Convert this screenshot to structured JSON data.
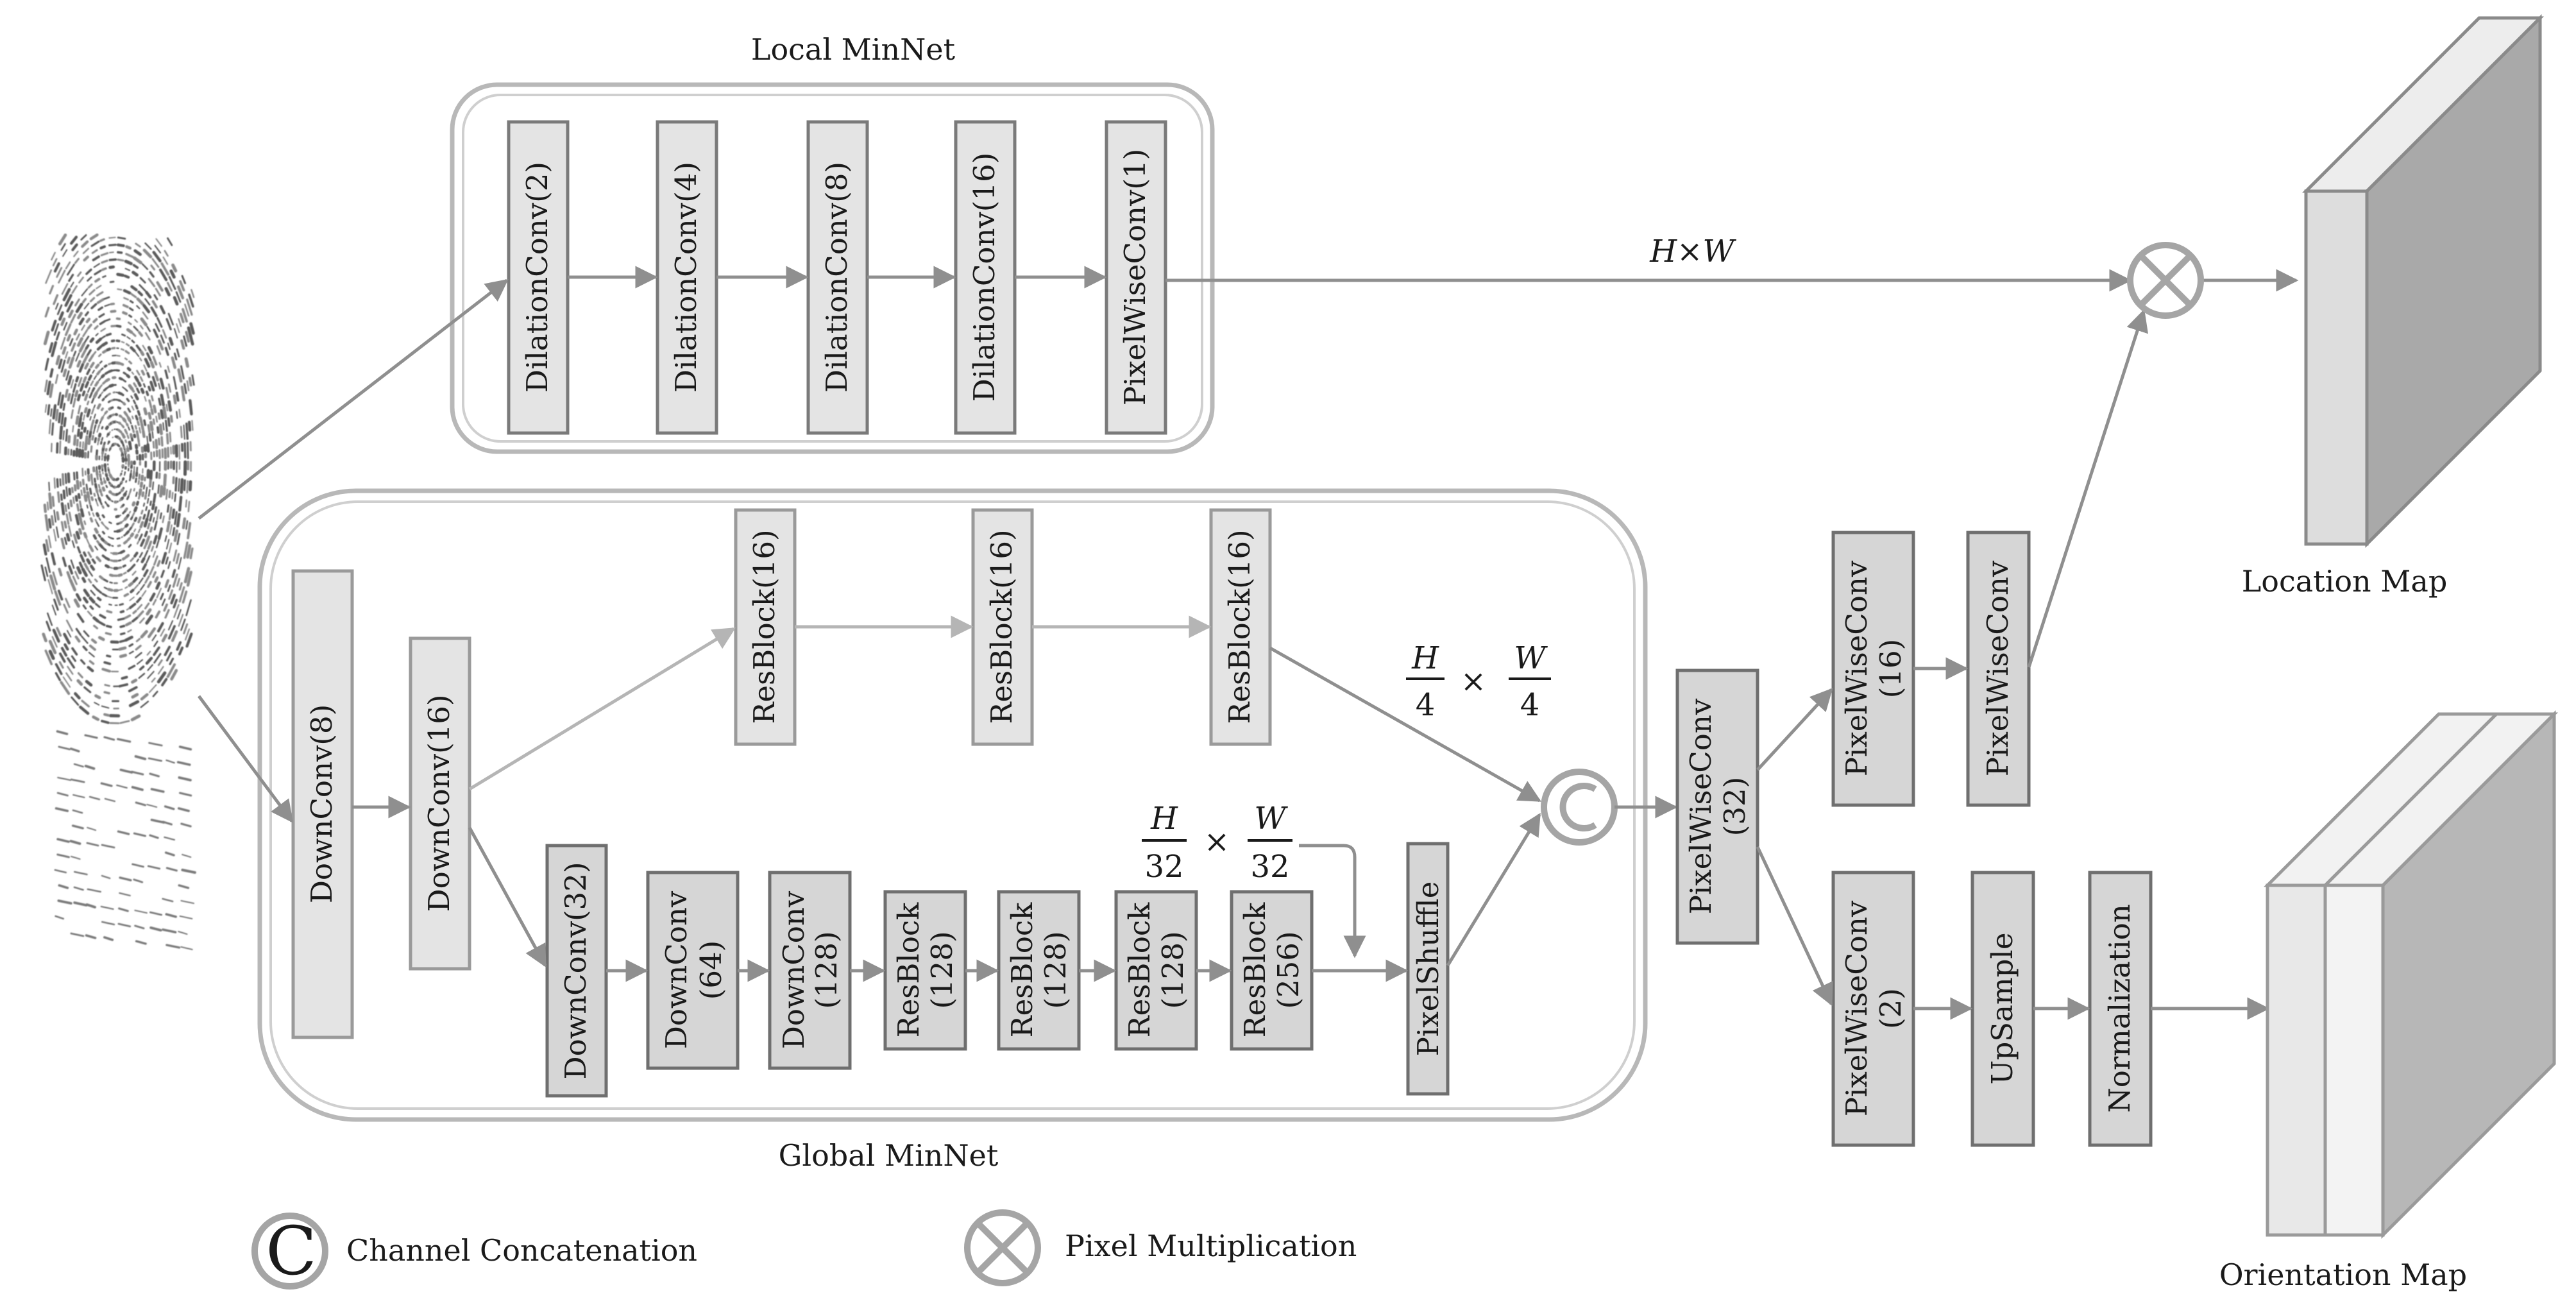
{
  "local_minnet": {
    "title": "Local MinNet",
    "blocks": [
      "DilationConv(2)",
      "DilationConv(4)",
      "DilationConv(8)",
      "DilationConv(16)",
      "PixelWiseConv(1)"
    ]
  },
  "global_minnet": {
    "title": "Global MinNet",
    "downconv8": "DownConv(8)",
    "downconv16": "DownConv(16)",
    "resblocks_top": [
      "ResBlock(16)",
      "ResBlock(16)",
      "ResBlock(16)"
    ],
    "bottom_row": [
      {
        "line1": "DownConv(32)",
        "line2": ""
      },
      {
        "line1": "DownConv",
        "line2": "(64)"
      },
      {
        "line1": "DownConv",
        "line2": "(128)"
      },
      {
        "line1": "ResBlock",
        "line2": "(128)"
      },
      {
        "line1": "ResBlock",
        "line2": "(128)"
      },
      {
        "line1": "ResBlock",
        "line2": "(128)"
      },
      {
        "line1": "ResBlock",
        "line2": "(256)"
      }
    ],
    "pixelshuffle": "PixelShuffle",
    "scale_top": {
      "num_h": "H",
      "den_h": "4",
      "op": "×",
      "num_w": "W",
      "den_w": "4"
    },
    "scale_bottom": {
      "num_h": "H",
      "den_h": "32",
      "op": "×",
      "num_w": "W",
      "den_w": "32"
    }
  },
  "heads": {
    "pwc32": {
      "line1": "PixelWiseConv",
      "line2": "(32)"
    },
    "pwc16": {
      "line1": "PixelWiseConv",
      "line2": "(16)"
    },
    "pwc": {
      "line1": "PixelWiseConv",
      "line2": ""
    },
    "pwc2": {
      "line1": "PixelWiseConv",
      "line2": "(2)"
    },
    "upsample": "UpSample",
    "normalization": "Normalization"
  },
  "hw_label": "H×W",
  "outputs": {
    "location": "Location Map",
    "orientation": "Orientation Map"
  },
  "legend": {
    "concat_symbol": "C",
    "concat": "Channel Concatenation",
    "mult": "Pixel Multiplication"
  }
}
